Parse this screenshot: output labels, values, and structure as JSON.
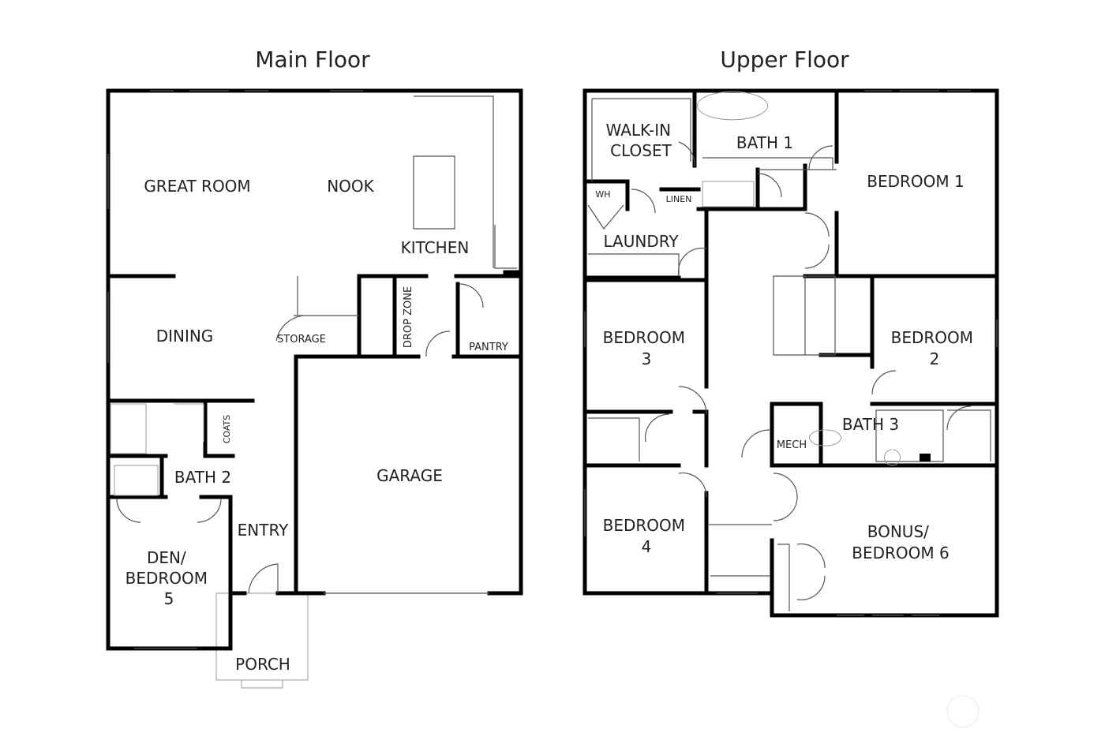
{
  "titles": {
    "main": "Main Floor",
    "upper": "Upper Floor"
  },
  "main_floor": {
    "great_room": "GREAT ROOM",
    "nook": "NOOK",
    "kitchen": "KITCHEN",
    "dining": "DINING",
    "storage": "STORAGE",
    "drop_zone": "DROP ZONE",
    "pantry": "PANTRY",
    "coats": "COATS",
    "bath_2": "BATH 2",
    "garage": "GARAGE",
    "entry": "ENTRY",
    "den": [
      "DEN/",
      "BEDROOM",
      "5"
    ],
    "porch": "PORCH"
  },
  "upper_floor": {
    "walk_in_closet": [
      "WALK-IN",
      "CLOSET"
    ],
    "bath_1": "BATH 1",
    "bedroom_1": "BEDROOM 1",
    "wh": "WH",
    "linen": "LINEN",
    "laundry": "LAUNDRY",
    "bedroom_3": [
      "BEDROOM",
      "3"
    ],
    "bedroom_2": [
      "BEDROOM",
      "2"
    ],
    "bath_3": "BATH 3",
    "mech": "MECH",
    "bedroom_4": [
      "BEDROOM",
      "4"
    ],
    "bonus": [
      "BONUS/",
      "BEDROOM 6"
    ]
  }
}
